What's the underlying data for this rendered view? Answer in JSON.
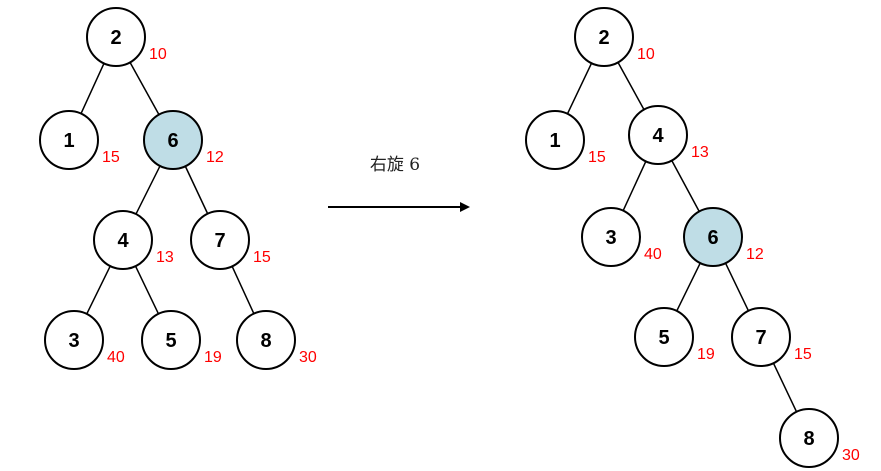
{
  "colors": {
    "highlight_fill": "#bfdde6",
    "priority_text": "#ff0000",
    "stroke": "#000000"
  },
  "operation_label": "右旋 6",
  "before_tree": {
    "nodes": [
      {
        "id": "b2",
        "key": "2",
        "priority": "10"
      },
      {
        "id": "b1",
        "key": "1",
        "priority": "15"
      },
      {
        "id": "b6",
        "key": "6",
        "priority": "12",
        "highlighted": true
      },
      {
        "id": "b4",
        "key": "4",
        "priority": "13"
      },
      {
        "id": "b7",
        "key": "7",
        "priority": "15"
      },
      {
        "id": "b3",
        "key": "3",
        "priority": "40"
      },
      {
        "id": "b5",
        "key": "5",
        "priority": "19"
      },
      {
        "id": "b8",
        "key": "8",
        "priority": "30"
      }
    ],
    "edges": [
      [
        "b2",
        "b1"
      ],
      [
        "b2",
        "b6"
      ],
      [
        "b6",
        "b4"
      ],
      [
        "b6",
        "b7"
      ],
      [
        "b4",
        "b3"
      ],
      [
        "b4",
        "b5"
      ],
      [
        "b7",
        "b8"
      ]
    ]
  },
  "after_tree": {
    "nodes": [
      {
        "id": "a2",
        "key": "2",
        "priority": "10"
      },
      {
        "id": "a1",
        "key": "1",
        "priority": "15"
      },
      {
        "id": "a4",
        "key": "4",
        "priority": "13"
      },
      {
        "id": "a3",
        "key": "3",
        "priority": "40"
      },
      {
        "id": "a6",
        "key": "6",
        "priority": "12",
        "highlighted": true
      },
      {
        "id": "a5",
        "key": "5",
        "priority": "19"
      },
      {
        "id": "a7",
        "key": "7",
        "priority": "15"
      },
      {
        "id": "a8",
        "key": "8",
        "priority": "30"
      }
    ],
    "edges": [
      [
        "a2",
        "a1"
      ],
      [
        "a2",
        "a4"
      ],
      [
        "a4",
        "a3"
      ],
      [
        "a4",
        "a6"
      ],
      [
        "a6",
        "a5"
      ],
      [
        "a6",
        "a7"
      ],
      [
        "a7",
        "a8"
      ]
    ]
  }
}
